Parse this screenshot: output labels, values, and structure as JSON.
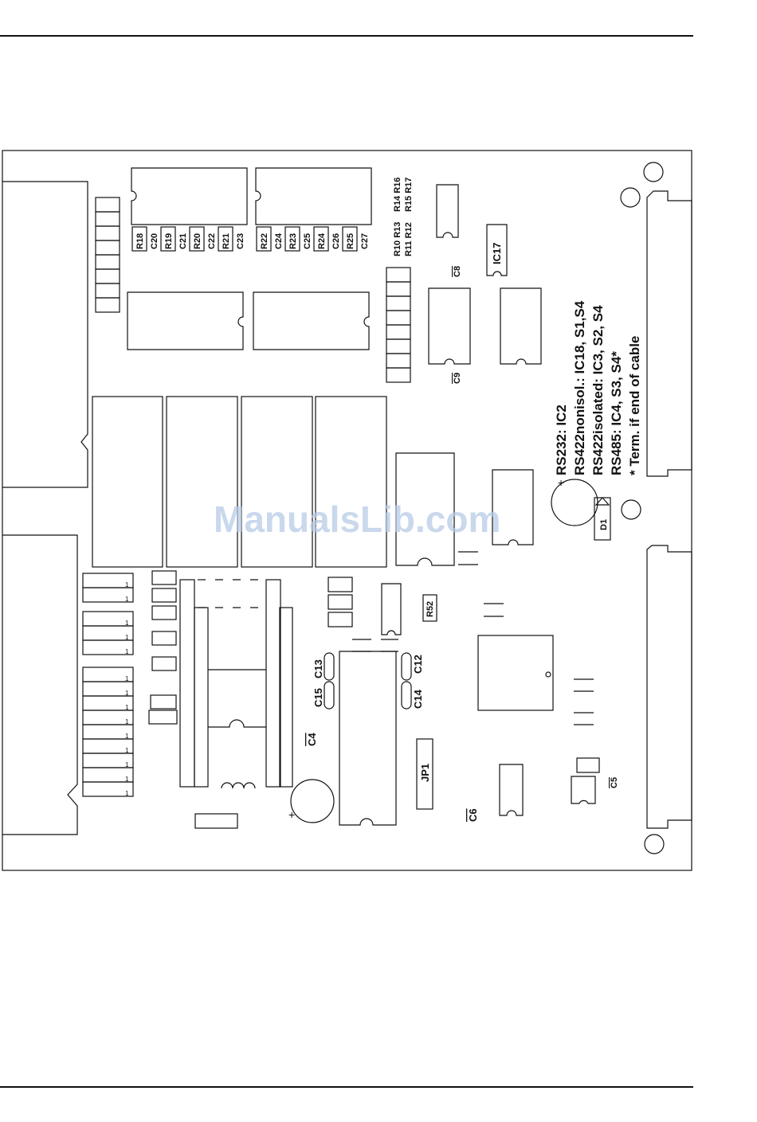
{
  "watermark": "ManualsLib.com",
  "resistor_labels": [
    "R18",
    "R19",
    "R20",
    "R21",
    "R22",
    "R23",
    "R24",
    "R25"
  ],
  "cap_labels": [
    "C20",
    "C21",
    "C22",
    "C23",
    "C24",
    "C25",
    "C26",
    "C27"
  ],
  "upper_right_resistors": {
    "row1": "R14 R16",
    "row2": "R15 R17",
    "row3": "R10 R13",
    "row4": "R11 R12"
  },
  "parts": {
    "c8": "C8",
    "c9": "C9",
    "ic17": "IC17",
    "d1": "D1",
    "r52": "R52",
    "c13": "C13",
    "c15": "C15",
    "c12": "C12",
    "c14": "C14",
    "c4": "C4",
    "jp1": "JP1",
    "c6": "C6",
    "c5": "C5"
  },
  "pin_marker": "1",
  "notes": [
    "RS232: IC2",
    "RS422nonisol.: IC18, S1,S4",
    "RS422isolated: IC3, S2, S4",
    "RS485: IC4, S3, S4*",
    "* Term. if end of cable"
  ],
  "plus_sign": "+"
}
